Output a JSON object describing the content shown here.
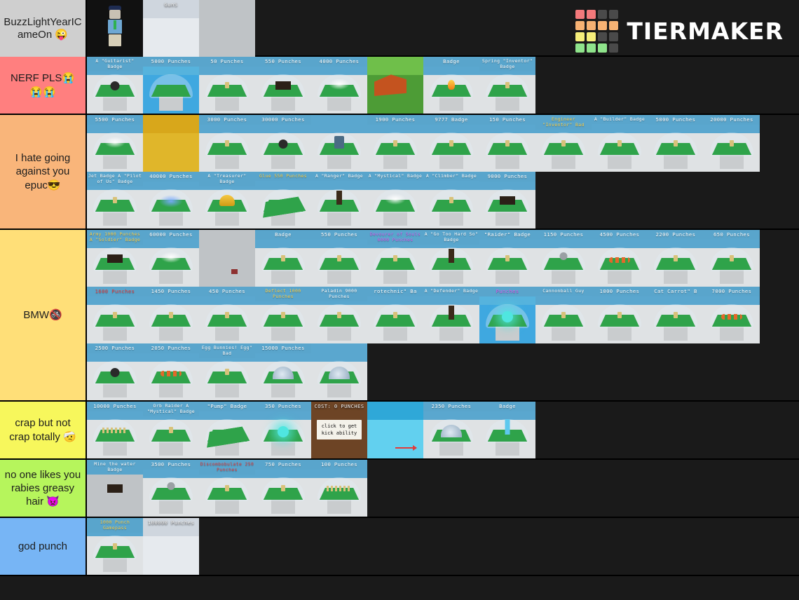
{
  "brand": {
    "name": "TIERMAKER",
    "logo_colors": [
      "#f4797b",
      "#f4797b",
      "#4a4a4a",
      "#4a4a4a",
      "#f7b273",
      "#f7b273",
      "#f7b273",
      "#f7b273",
      "#f6ee7a",
      "#f6ee7a",
      "#4a4a4a",
      "#4a4a4a",
      "#8fe48b",
      "#8fe48b",
      "#8fe48b",
      "#4a4a4a"
    ]
  },
  "unranked": {
    "label": "BuzzLightYearICameOn 😜",
    "label_color": "#cfcfcf",
    "items": [
      {
        "name": "roblox-avatar",
        "caption": "",
        "style": "t-avatar"
      },
      {
        "name": "gun-shop-lobby",
        "caption": "GunS",
        "style": "t-lobby",
        "cap_class": "nobg"
      },
      {
        "name": "green-plate-badge",
        "caption": "",
        "style": "t-plain"
      }
    ]
  },
  "tiers": [
    {
      "id": "tier-nerf-pls",
      "label": "NERF PLS😭😭😭",
      "color": "#ff7f7f",
      "items": [
        {
          "name": "badge-thumb",
          "caption": "A \"Guitarist\" Badge",
          "style": "",
          "cap_class": "two",
          "obj": "ball"
        },
        {
          "name": "badge-thumb",
          "caption": "5000 Punches",
          "style": "t-water"
        },
        {
          "name": "badge-thumb",
          "caption": "50 Punches"
        },
        {
          "name": "badge-thumb",
          "caption": "550 Punches",
          "obj": "darkbox"
        },
        {
          "name": "badge-thumb",
          "caption": "4000 Punches",
          "obj": "spray"
        },
        {
          "name": "badge-thumb",
          "caption": "",
          "style": "t-grass",
          "obj": "cannon"
        },
        {
          "name": "badge-thumb",
          "caption": "Badge",
          "obj": "fire"
        },
        {
          "name": "badge-thumb",
          "caption": "Spring \"Inventor\" Badge",
          "cap_class": "two"
        }
      ]
    },
    {
      "id": "tier-i-hate-going",
      "label": "I hate going against you epuc😎",
      "color": "#f9b57a",
      "items": [
        {
          "name": "badge-thumb",
          "caption": "5500 Punches",
          "obj": "spray"
        },
        {
          "name": "badge-thumb",
          "caption": "",
          "style": "t-gold"
        },
        {
          "name": "badge-thumb",
          "caption": "3000 Punches"
        },
        {
          "name": "badge-thumb",
          "caption": "30000 Punches",
          "obj": "ball"
        },
        {
          "name": "badge-thumb",
          "caption": "",
          "obj": "robot"
        },
        {
          "name": "badge-thumb",
          "caption": "1900 Punches"
        },
        {
          "name": "badge-thumb",
          "caption": "9777 Badge"
        },
        {
          "name": "badge-thumb",
          "caption": "150 Punches"
        },
        {
          "name": "badge-thumb",
          "caption": "Engineer \"Inventor\" Bad",
          "cap_class": "two amber"
        },
        {
          "name": "badge-thumb",
          "caption": "A \"Builder\" Badge",
          "cap_class": "two"
        },
        {
          "name": "badge-thumb",
          "caption": "5000 Punches"
        },
        {
          "name": "badge-thumb",
          "caption": "20000 Punches"
        },
        {
          "name": "badge-thumb",
          "caption": "Jet Badge A \"Pilot of Us\" Badge",
          "cap_class": "two"
        },
        {
          "name": "badge-thumb",
          "caption": "40000 Punches",
          "obj": "blue-burst"
        },
        {
          "name": "badge-thumb",
          "caption": "A \"Treasurer\" Badge",
          "cap_class": "two",
          "obj": "gold-pile"
        },
        {
          "name": "badge-thumb",
          "caption": "Glue 550 Punches",
          "cap_class": "two amber",
          "obj": "tilt"
        },
        {
          "name": "badge-thumb",
          "caption": "A \"Ranger\" Badge",
          "cap_class": "two",
          "obj": "tree"
        },
        {
          "name": "badge-thumb",
          "caption": "A \"Mystical\" Badge",
          "cap_class": "two",
          "obj": "spray"
        },
        {
          "name": "badge-thumb",
          "caption": "A \"Climber\" Badge",
          "cap_class": "two"
        },
        {
          "name": "badge-thumb",
          "caption": "9000 Punches",
          "obj": "darkbox"
        }
      ]
    },
    {
      "id": "tier-bmw",
      "label": "BMW🚳",
      "color": "#ffdf78",
      "items": [
        {
          "name": "badge-thumb",
          "caption": "Army 1000 Punches A \"Soldier\" Badge",
          "cap_class": "two amber",
          "obj": "darkbox"
        },
        {
          "name": "badge-thumb",
          "caption": "60000 Punches",
          "obj": "spray"
        },
        {
          "name": "badge-thumb",
          "caption": "",
          "style": "t-plain",
          "obj": "red-cube"
        },
        {
          "name": "badge-thumb",
          "caption": "Badge"
        },
        {
          "name": "badge-thumb",
          "caption": "550 Punches"
        },
        {
          "name": "badge-thumb",
          "caption": "Devourer of Souls 6000 Punches",
          "cap_class": "two magenta"
        },
        {
          "name": "badge-thumb",
          "caption": "A \"Go Too Hard So\" Badge",
          "cap_class": "two",
          "obj": "tree"
        },
        {
          "name": "badge-thumb",
          "caption": "\"Raider\" Badge"
        },
        {
          "name": "badge-thumb",
          "caption": "1150 Punches",
          "obj": "sphere-gray"
        },
        {
          "name": "badge-thumb",
          "caption": "4500 Punches",
          "obj": "carrots"
        },
        {
          "name": "badge-thumb",
          "caption": "2200 Punches"
        },
        {
          "name": "badge-thumb",
          "caption": "650 Punches"
        },
        {
          "name": "badge-thumb",
          "caption": "1600 Punches",
          "cap_class": "red"
        },
        {
          "name": "badge-thumb",
          "caption": "1450 Punches"
        },
        {
          "name": "badge-thumb",
          "caption": "450 Punches"
        },
        {
          "name": "badge-thumb",
          "caption": "Deflect 1000 Punches",
          "cap_class": "two amber"
        },
        {
          "name": "badge-thumb",
          "caption": "Paladin 9000 Punches",
          "cap_class": "two"
        },
        {
          "name": "badge-thumb",
          "caption": "rotechnic\" Ba"
        },
        {
          "name": "badge-thumb",
          "caption": "A \"Defender\" Badge",
          "cap_class": "two",
          "obj": "tree"
        },
        {
          "name": "badge-thumb",
          "caption": "Punches",
          "cap_class": "magenta",
          "style": "t-water",
          "obj": "glow"
        },
        {
          "name": "badge-thumb",
          "caption": "Cannonball Guy",
          "cap_class": "two"
        },
        {
          "name": "badge-thumb",
          "caption": "1000 Punches"
        },
        {
          "name": "badge-thumb",
          "caption": "Cat Carrot\" B"
        },
        {
          "name": "badge-thumb",
          "caption": "7000 Punches",
          "obj": "carrots"
        },
        {
          "name": "badge-thumb",
          "caption": "2500 Punches",
          "obj": "ball"
        },
        {
          "name": "badge-thumb",
          "caption": "2050 Punches",
          "obj": "carrots"
        },
        {
          "name": "badge-thumb",
          "caption": "Egg Bunnies! Egg\" Bad",
          "cap_class": "two"
        },
        {
          "name": "badge-thumb",
          "caption": "15000 Punches",
          "obj": "dome"
        },
        {
          "name": "badge-thumb",
          "caption": "",
          "obj": "dome"
        }
      ]
    },
    {
      "id": "tier-crap-but-not",
      "label": "crap but not crap totally 🤕",
      "color": "#f7f75c",
      "items": [
        {
          "name": "badge-thumb",
          "caption": "10000 Punches",
          "obj": "pillars"
        },
        {
          "name": "badge-thumb",
          "caption": "Orb Raider A \"Mystical\" Badge",
          "cap_class": "two"
        },
        {
          "name": "badge-thumb",
          "caption": "\"Pump\" Badge",
          "obj": "tilt"
        },
        {
          "name": "badge-thumb",
          "caption": "350 Punches",
          "obj": "glow"
        },
        {
          "name": "badge-thumb",
          "caption": "COST: 0 PUNCHES",
          "style": "t-wood",
          "note": "click to get kick ability",
          "cap_class": "nobg"
        },
        {
          "name": "badge-thumb",
          "caption": "",
          "style": "t-room",
          "obj": "arrow"
        },
        {
          "name": "badge-thumb",
          "caption": "2350 Punches",
          "obj": "dome"
        },
        {
          "name": "badge-thumb",
          "caption": "Badge",
          "obj": "water-col"
        }
      ]
    },
    {
      "id": "tier-no-one-likes",
      "label": "no one likes you rabies greasy hair 👿",
      "color": "#b6f55c",
      "items": [
        {
          "name": "badge-thumb",
          "caption": "Mine the water Badge",
          "cap_class": "two",
          "style": "t-plain",
          "obj": "darkbox"
        },
        {
          "name": "badge-thumb",
          "caption": "3500 Punches",
          "obj": "sphere-gray"
        },
        {
          "name": "badge-thumb",
          "caption": "Discombobulate 250 Punches",
          "cap_class": "two red"
        },
        {
          "name": "badge-thumb",
          "caption": "750 Punches"
        },
        {
          "name": "badge-thumb",
          "caption": "100 Punches",
          "obj": "pillars"
        }
      ]
    },
    {
      "id": "tier-god-punch",
      "label": "god punch",
      "color": "#77b5f5",
      "items": [
        {
          "name": "badge-thumb",
          "caption": "1000 Punch Gamepass",
          "cap_class": "two amber"
        },
        {
          "name": "badge-thumb",
          "caption": "100000 Punches",
          "cap_class": "nobg",
          "style": "t-lobby"
        }
      ]
    }
  ]
}
